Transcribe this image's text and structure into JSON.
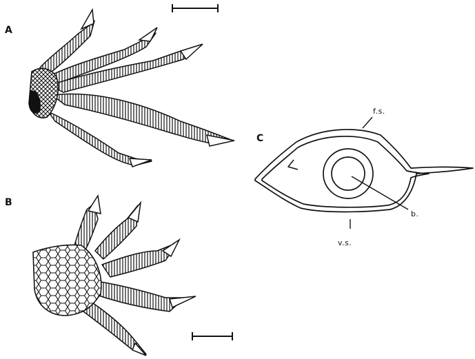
{
  "panels": {
    "a": {
      "label": "A"
    },
    "b": {
      "label": "B"
    },
    "c": {
      "label": "C",
      "annotations": {
        "fs": "f.s.",
        "b": "b.",
        "vs": "v.s."
      }
    }
  },
  "colors": {
    "ink": "#111111",
    "paper": "#ffffff"
  }
}
